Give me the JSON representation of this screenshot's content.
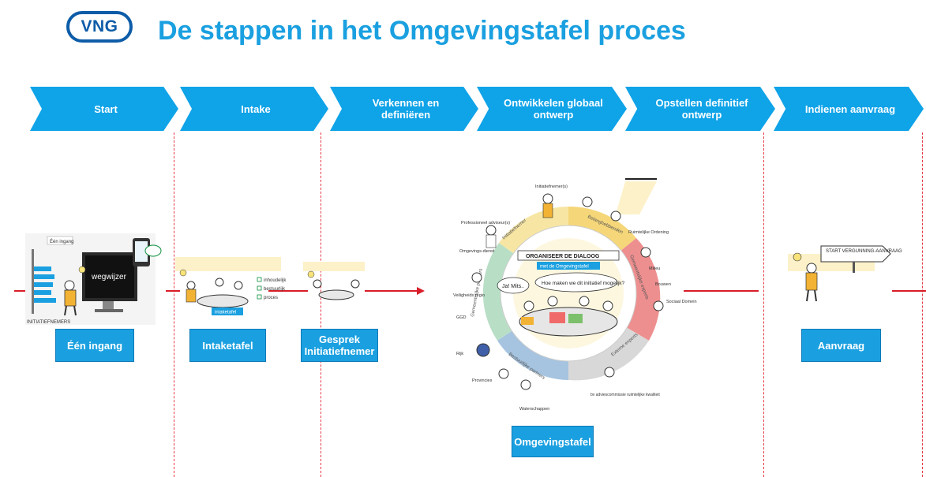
{
  "header": {
    "logo_text": "VNG",
    "title": "De stappen in het Omgevingstafel proces"
  },
  "steps": [
    {
      "label": "Start"
    },
    {
      "label": "Intake"
    },
    {
      "label": "Verkennen en definiëren"
    },
    {
      "label": "Ontwikkelen globaal ontwerp"
    },
    {
      "label": "Opstellen definitief ontwerp"
    },
    {
      "label": "Indienen aanvraag"
    }
  ],
  "labels": {
    "een_ingang": "Één ingang",
    "intaketafel": "Intaketafel",
    "gesprek": "Gesprek Initiatiefnemer",
    "omgevingstafel": "Omgevingstafel",
    "aanvraag": "Aanvraag"
  },
  "start_illustration": {
    "sign": "Één ingang",
    "screen": "wegwijzer",
    "caption": "INITIATIEFNEMERS"
  },
  "intake_illustration": {
    "checklist": [
      "inhoudelijk",
      "bestuurlijk",
      "proces"
    ],
    "table_label": "intaketafel"
  },
  "circle": {
    "center_title": "ORGANISEER DE DIALOOG",
    "center_sub": "met de Omgevingstafel",
    "bubble_1": "Ja! Mits..",
    "bubble_2": "Hoe maken we dit initiatief mogelijk?",
    "segments": [
      "Initiatiefnemer",
      "Belanghebbenden",
      "Gemeentelijke experts",
      "Externe experts",
      "Bestuurlijke partners",
      "Gemeentelijke partners"
    ],
    "actors": [
      "Initiatiefnemer(s)",
      "Professioneel adviseur(s)",
      "Omgevings-dienst",
      "Veiligheids regio",
      "GGD",
      "Rijk",
      "Provincies",
      "Waterschappen",
      "Ruimtelijke Ordening",
      "Milieu",
      "Bouwen",
      "Sociaal Domein",
      "bv adviescommissie ruimtelijke kwaliteit"
    ]
  },
  "aanvraag_illustration": {
    "sign": "START VERGUNNING-AANVRAAG"
  },
  "colors": {
    "chevron": "#0fa3e8",
    "title": "#1aa0e0",
    "line": "#d81e2a",
    "logo": "#0d5ca8"
  }
}
